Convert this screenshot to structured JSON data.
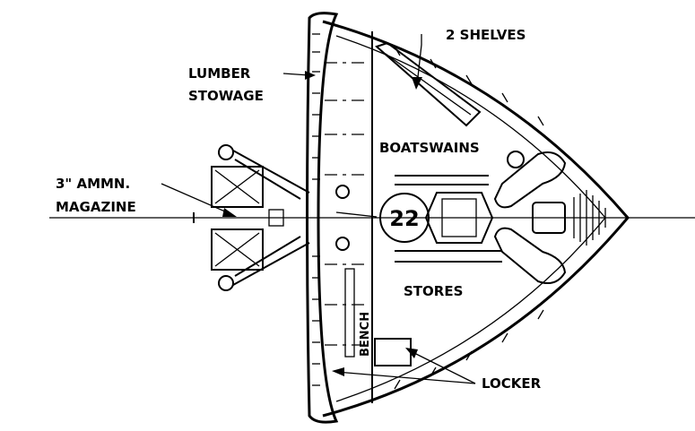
{
  "labels": {
    "shelves": "2 SHELVES",
    "lumber_line1": "LUMBER",
    "lumber_line2": "STOWAGE",
    "boatswains": "BOATSWAINS",
    "magazine_line1": "3\" AMMN.",
    "magazine_line2": "MAGAZINE",
    "compartment_number": "22",
    "stores": "STORES",
    "bench": "BENCH",
    "locker": "LOCKER"
  }
}
